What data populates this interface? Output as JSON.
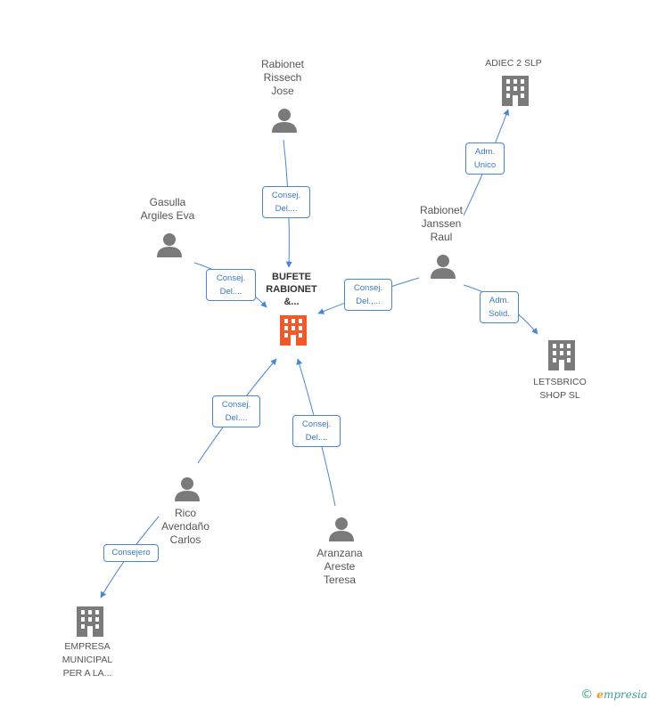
{
  "colors": {
    "edge": "#4a86d6",
    "person": "#7a7a7a",
    "company": "#7a7a7a",
    "center": "#f0592a"
  },
  "nodes": {
    "center": {
      "label": "BUFETE\nRABIONET\n&...",
      "type": "company-highlight"
    },
    "rabionet_rissech": {
      "label": "Rabionet\nRissech\nJose",
      "type": "person"
    },
    "gasulla": {
      "label": "Gasulla\nArgiles Eva",
      "type": "person"
    },
    "rabionet_janssen": {
      "label": "Rabionet\nJanssen\nRaul",
      "type": "person"
    },
    "adiec": {
      "label": "ADIEC 2 SLP",
      "type": "company"
    },
    "letsbrico": {
      "label": "LETSBRICO\nSHOP SL",
      "type": "company"
    },
    "rico": {
      "label": "Rico\nAvendaño\nCarlos",
      "type": "person"
    },
    "aranzana": {
      "label": "Aranzana\nAreste\nTeresa",
      "type": "person"
    },
    "empresa": {
      "label": "EMPRESA\nMUNICIPAL\nPER A LA...",
      "type": "company"
    }
  },
  "edges": {
    "rissech_center": {
      "label": "Consej.\nDel...."
    },
    "gasulla_center": {
      "label": "Consej.\nDel...."
    },
    "janssen_center": {
      "label": "Consej.\nDel.,..."
    },
    "janssen_adiec": {
      "label": "Adm.\nUnico"
    },
    "janssen_letsbrico": {
      "label": "Adm.\nSolid."
    },
    "rico_center": {
      "label": "Consej.\nDel...."
    },
    "aranzana_center": {
      "label": "Consej.\nDel...."
    },
    "rico_empresa": {
      "label": "Consejero"
    }
  },
  "footer": {
    "copyright": "©",
    "brand_first": "e",
    "brand_rest": "mpresia"
  }
}
